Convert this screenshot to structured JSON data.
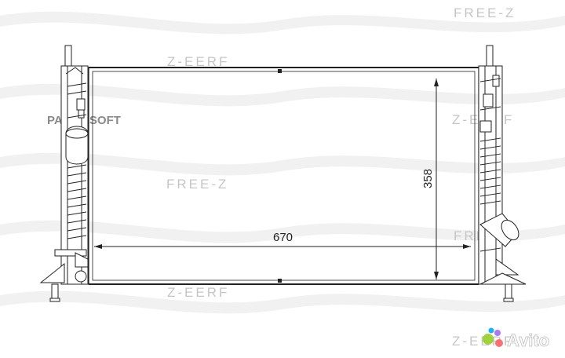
{
  "watermarks": {
    "brand": "FREE-Z",
    "brand_mirrored": "Z-EERF",
    "parts_soft": "PARTS SOFT",
    "avito": "Avito"
  },
  "drawing": {
    "width_label": "670",
    "height_label": "358"
  },
  "colors": {
    "line": "#222222",
    "watermark": "#c8c8c8",
    "wave": "#ececec",
    "avito_blue": "#00aaff",
    "avito_green": "#97cf26",
    "avito_purple": "#a169f7",
    "avito_red": "#ff6163"
  }
}
